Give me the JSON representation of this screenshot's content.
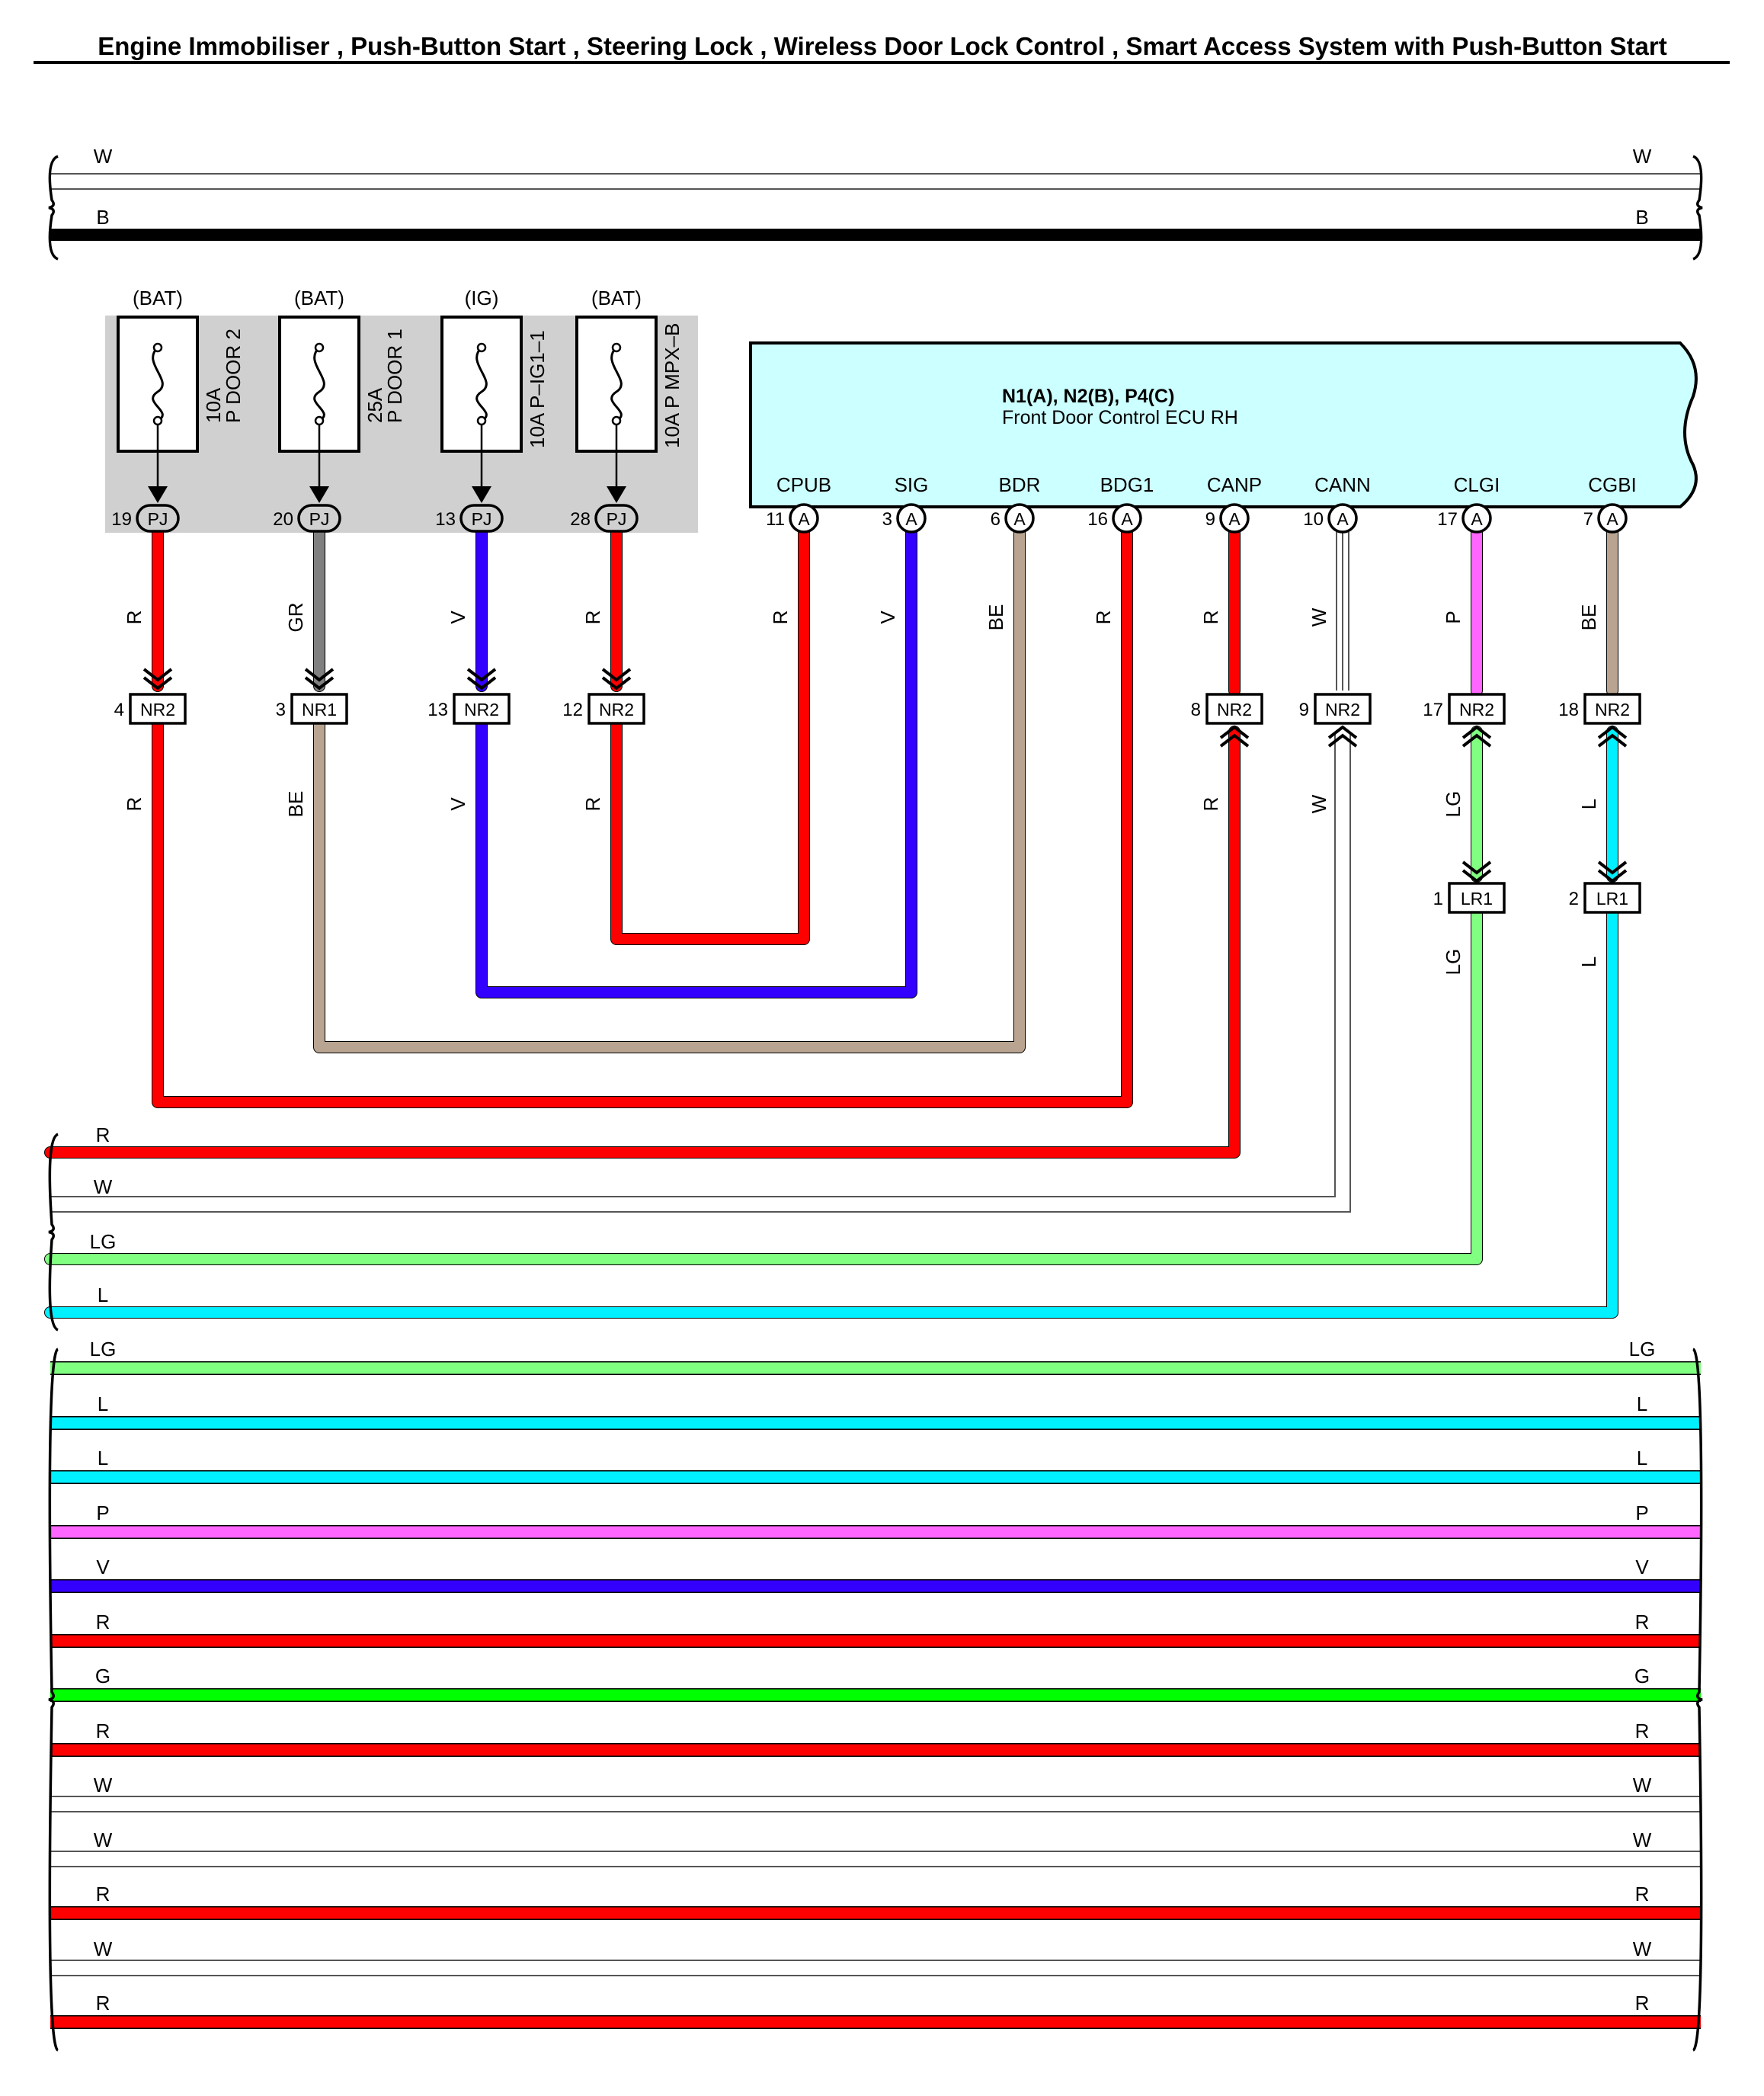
{
  "title": "Engine Immobiliser , Push-Button Start , Steering Lock , Wireless Door Lock Control , Smart Access System with Push-Button Start",
  "colors": {
    "W": "#ffffff",
    "B": "#000000",
    "R": "#ff0000",
    "GR": "#808080",
    "V": "#3300ff",
    "BE": "#b8a490",
    "P": "#ff66ff",
    "LG": "#80ff80",
    "L": "#00f0ff",
    "G": "#00ff00",
    "fuse_box_fill": "#d0d0d0",
    "ecu_fill": "#ccffff"
  },
  "top_bus": [
    {
      "label_left": "W",
      "label_right": "W",
      "color": "W"
    },
    {
      "label_left": "B",
      "label_right": "B",
      "color": "B"
    }
  ],
  "fuses": [
    {
      "supply": "(BAT)",
      "rating": "10A",
      "name": "P DOOR 2",
      "pin": "19",
      "connector": "PJ",
      "wire": "R"
    },
    {
      "supply": "(BAT)",
      "rating": "25A",
      "name": "P DOOR 1",
      "pin": "20",
      "connector": "PJ",
      "wire": "GR"
    },
    {
      "supply": "(IG)",
      "rating": "10A P–IG1–1",
      "name": "",
      "pin": "13",
      "connector": "PJ",
      "wire": "V"
    },
    {
      "supply": "(BAT)",
      "rating": "10A P MPX–B",
      "name": "",
      "pin": "28",
      "connector": "PJ",
      "wire": "R"
    }
  ],
  "fuse_junctions": [
    {
      "pin": "4",
      "connector": "NR2",
      "wire_below": "R"
    },
    {
      "pin": "3",
      "connector": "NR1",
      "wire_below": "BE"
    },
    {
      "pin": "13",
      "connector": "NR2",
      "wire_below": "V"
    },
    {
      "pin": "12",
      "connector": "NR2",
      "wire_below": "R"
    }
  ],
  "ecu": {
    "code": "N1(A), N2(B), P4(C)",
    "name": "Front Door Control ECU RH",
    "terminals": [
      {
        "name": "CPUB",
        "pin": "11",
        "connector": "A",
        "wire": "R"
      },
      {
        "name": "SIG",
        "pin": "3",
        "connector": "A",
        "wire": "V"
      },
      {
        "name": "BDR",
        "pin": "6",
        "connector": "A",
        "wire": "BE"
      },
      {
        "name": "BDG1",
        "pin": "16",
        "connector": "A",
        "wire": "R"
      },
      {
        "name": "CANP",
        "pin": "9",
        "connector": "A",
        "wire": "R"
      },
      {
        "name": "CANN",
        "pin": "10",
        "connector": "A",
        "wire": "W"
      },
      {
        "name": "CLGI",
        "pin": "17",
        "connector": "A",
        "wire": "P"
      },
      {
        "name": "CGBI",
        "pin": "7",
        "connector": "A",
        "wire": "BE"
      }
    ]
  },
  "ecu_junctions": [
    {
      "pin": "8",
      "connector": "NR2",
      "wire_below": "R"
    },
    {
      "pin": "9",
      "connector": "NR2",
      "wire_below": "W"
    },
    {
      "pin": "17",
      "connector": "NR2",
      "wire_below": "LG"
    },
    {
      "pin": "18",
      "connector": "NR2",
      "wire_below": "L"
    }
  ],
  "lr_junctions": [
    {
      "pin": "1",
      "connector": "LR1",
      "wire_below": "LG"
    },
    {
      "pin": "2",
      "connector": "LR1",
      "wire_below": "L"
    }
  ],
  "left_bus": [
    {
      "label": "R",
      "color": "R"
    },
    {
      "label": "W",
      "color": "W"
    },
    {
      "label": "LG",
      "color": "LG"
    },
    {
      "label": "L",
      "color": "L"
    }
  ],
  "through_bus": [
    {
      "label_left": "LG",
      "label_right": "LG",
      "color": "LG"
    },
    {
      "label_left": "L",
      "label_right": "L",
      "color": "L"
    },
    {
      "label_left": "L",
      "label_right": "L",
      "color": "L"
    },
    {
      "label_left": "P",
      "label_right": "P",
      "color": "P"
    },
    {
      "label_left": "V",
      "label_right": "V",
      "color": "V"
    },
    {
      "label_left": "R",
      "label_right": "R",
      "color": "R"
    },
    {
      "label_left": "G",
      "label_right": "G",
      "color": "G"
    },
    {
      "label_left": "R",
      "label_right": "R",
      "color": "R"
    },
    {
      "label_left": "W",
      "label_right": "W",
      "color": "W"
    },
    {
      "label_left": "W",
      "label_right": "W",
      "color": "W"
    },
    {
      "label_left": "R",
      "label_right": "R",
      "color": "R"
    },
    {
      "label_left": "W",
      "label_right": "W",
      "color": "W"
    },
    {
      "label_left": "R",
      "label_right": "R",
      "color": "R"
    }
  ]
}
